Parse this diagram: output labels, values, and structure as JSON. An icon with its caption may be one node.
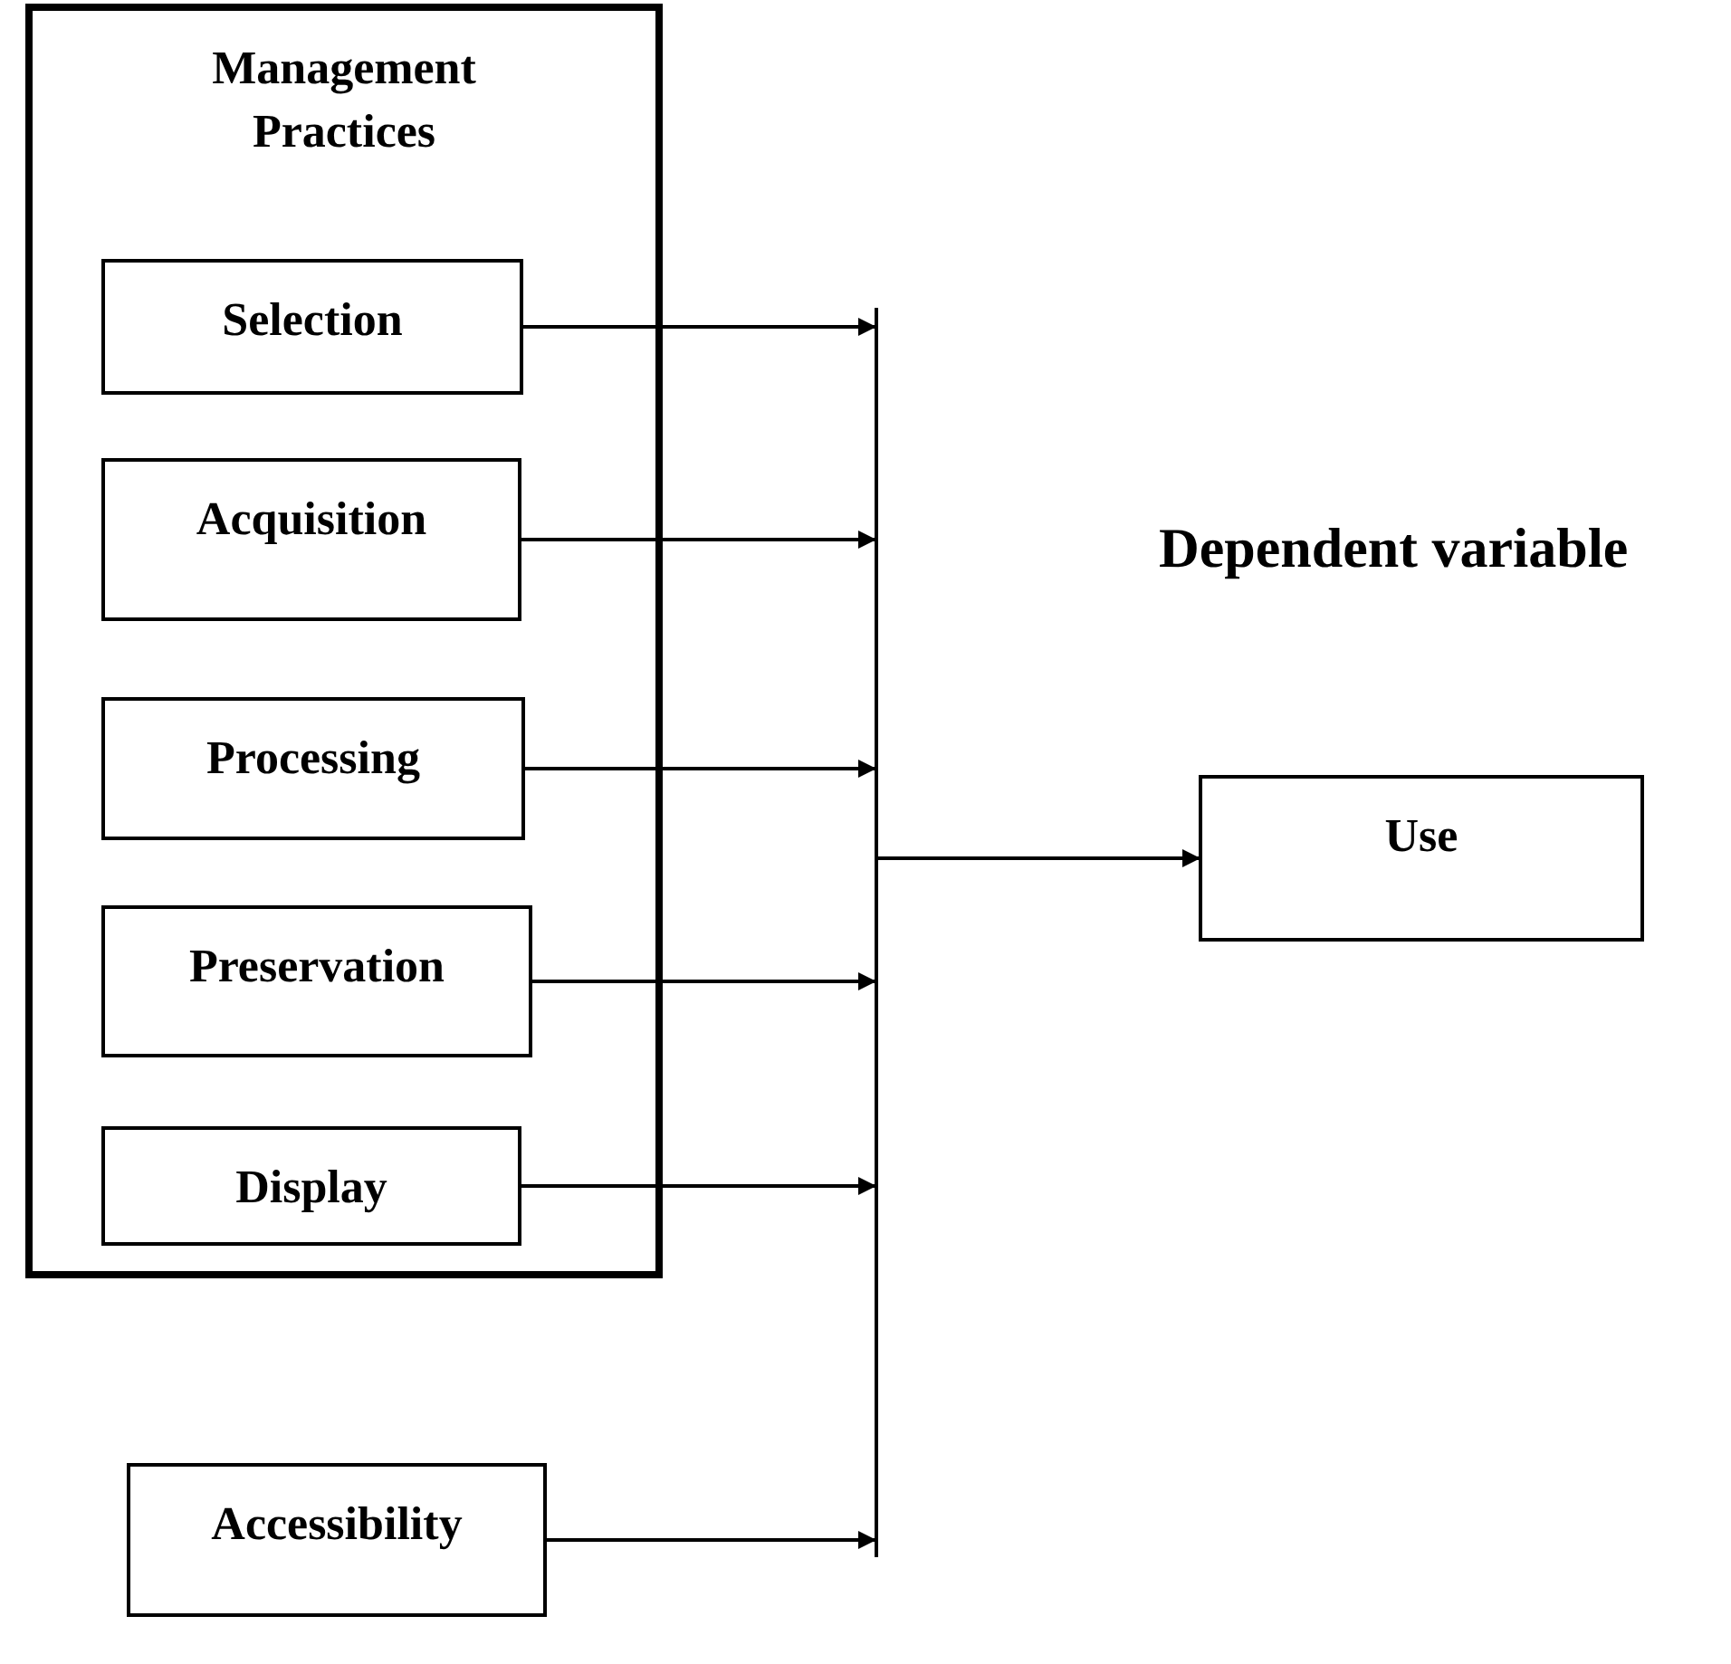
{
  "diagram": {
    "nodes": [
      {
        "text": [
          "Management Practices"
        ]
      },
      {
        "text": [
          "Selection"
        ],
        "in": 0
      },
      {
        "text": [
          "Acquisition"
        ],
        "in": 0
      },
      {
        "text": [
          "Processing"
        ],
        "in": 0
      },
      {
        "text": [
          "Preservation"
        ],
        "in": 0
      },
      {
        "text": [
          "Display"
        ],
        "in": 0
      },
      {
        "text": [
          "Accessibility"
        ]
      },
      {
        "text": [],
        "shape": "bar"
      },
      {
        "text": [
          "Use"
        ]
      }
    ],
    "edges": [
      {
        "from": 1,
        "to": 7,
        "arrow": "to"
      },
      {
        "from": 2,
        "to": 7,
        "arrow": "to"
      },
      {
        "from": 3,
        "to": 7,
        "arrow": "to"
      },
      {
        "from": 4,
        "to": 7,
        "arrow": "to"
      },
      {
        "from": 5,
        "to": 7,
        "arrow": "to"
      },
      {
        "from": 6,
        "to": 7,
        "arrow": "to"
      },
      {
        "from": 7,
        "to": 8,
        "arrow": "to"
      }
    ],
    "labels": [
      "Dependent variable"
    ]
  }
}
